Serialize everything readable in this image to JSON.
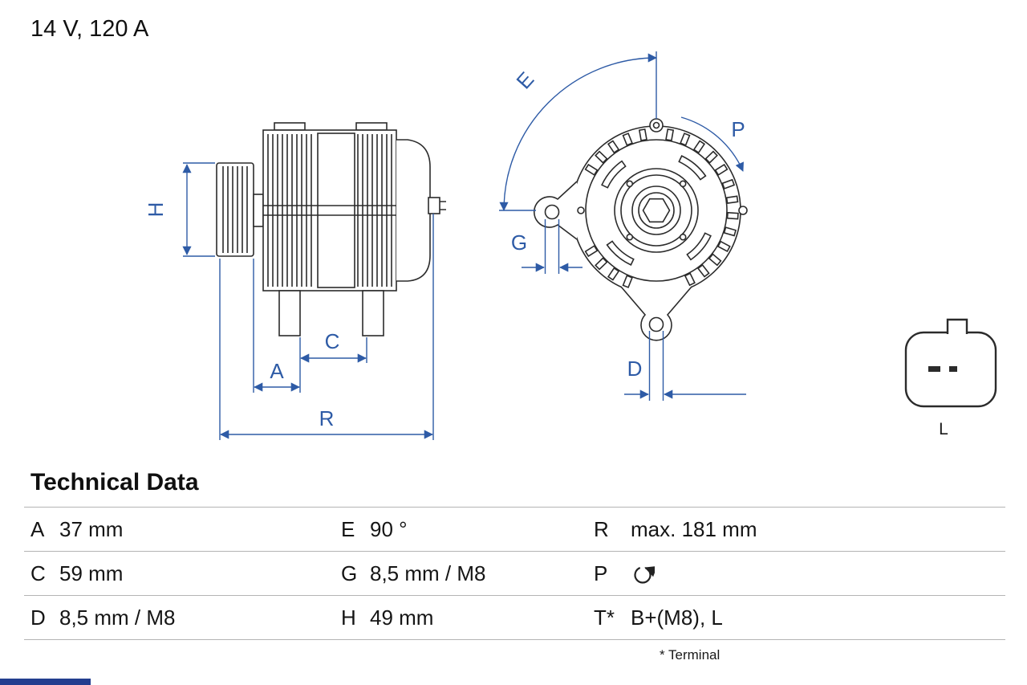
{
  "title": "14 V, 120 A",
  "section_title": "Technical Data",
  "colors": {
    "dimension_blue": "#2e5ba6",
    "outline_ink": "#2b2b2b",
    "table_line": "#b4b4b4",
    "footer_bar_blue": "#233e8f"
  },
  "diagram": {
    "labels": {
      "h": "H",
      "a": "A",
      "c": "C",
      "r": "R",
      "e": "E",
      "g": "G",
      "d": "D",
      "p": "P"
    },
    "connector_label": "L"
  },
  "table": {
    "rows": [
      {
        "cells": [
          {
            "key": "A",
            "value": "37 mm"
          },
          {
            "key": "E",
            "value": "90 °"
          },
          {
            "key": "R",
            "value": "max. 181 mm"
          }
        ]
      },
      {
        "cells": [
          {
            "key": "C",
            "value": "59 mm"
          },
          {
            "key": "G",
            "value": "8,5 mm / M8"
          },
          {
            "key": "P",
            "value": "",
            "icon": "rotation-ccw"
          }
        ]
      },
      {
        "cells": [
          {
            "key": "D",
            "value": "8,5 mm / M8"
          },
          {
            "key": "H",
            "value": "49 mm"
          },
          {
            "key": "T*",
            "value": "B+(M8), L"
          }
        ]
      }
    ],
    "footnote": "* Terminal"
  }
}
